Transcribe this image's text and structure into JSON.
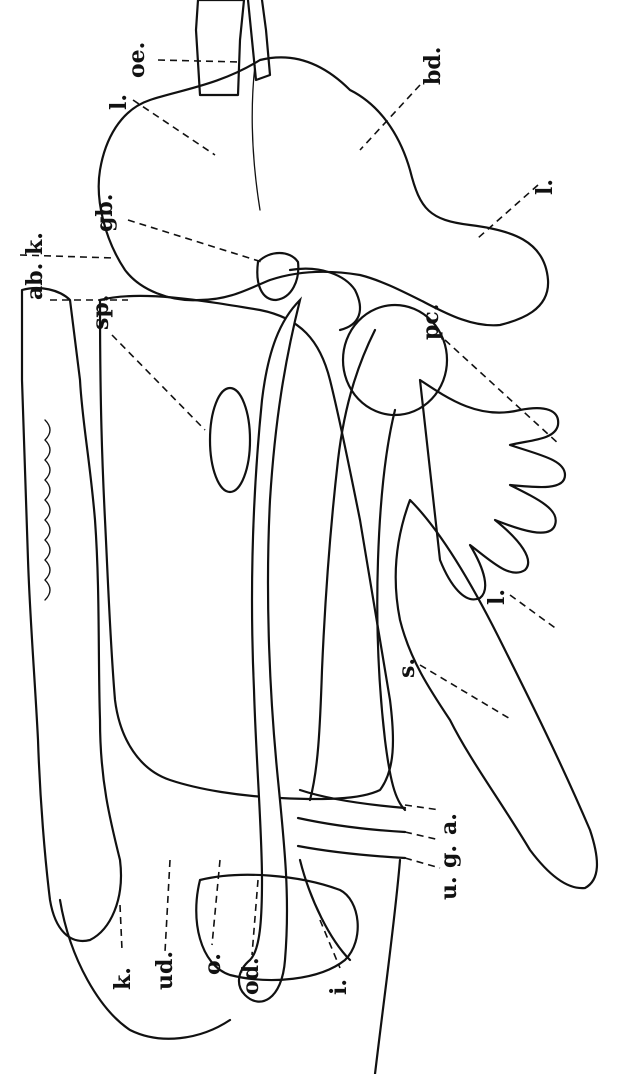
{
  "figure": {
    "labels": {
      "oe": "oe.",
      "bd": "bd.",
      "l_top": "l.",
      "l_right": "l.",
      "gb": "gb.",
      "k_top": "k.",
      "ab": "ab.",
      "sp": "sp.",
      "pc": "pc.",
      "l_bottom": "l.",
      "s": "s.",
      "a": "a.",
      "g": "g.",
      "u": "u.",
      "i": "i.",
      "od": "od.",
      "o": "o.",
      "ud": "ud.",
      "k_bottom": "k."
    }
  }
}
